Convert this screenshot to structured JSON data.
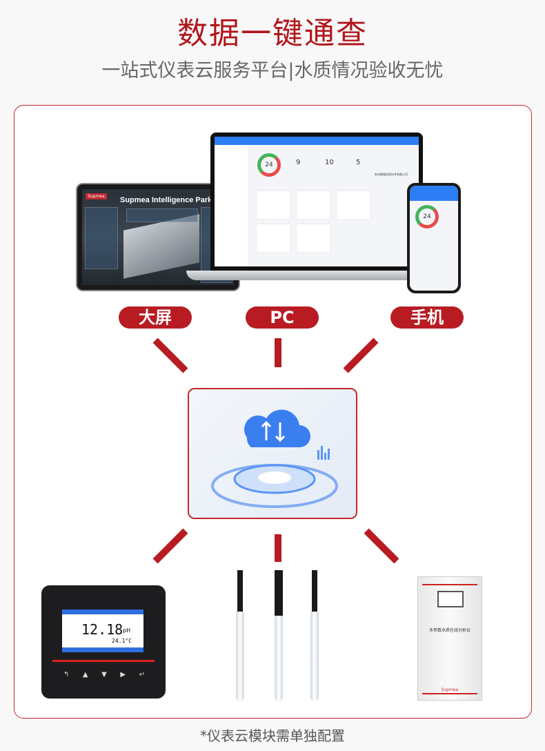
{
  "header": {
    "title": "数据一键通查",
    "subtitle": "一站式仪表云服务平台|水质情况验收无忧"
  },
  "platforms": {
    "big_screen": {
      "label": "大屏",
      "screen_title": "Supmea Intelligence Park",
      "logo": "Supmea"
    },
    "pc": {
      "label": "PC",
      "dashboard": {
        "total": "24",
        "kpi_1": "9",
        "kpi_2": "10",
        "kpi_3": "5",
        "company": "杭州缀城信息技术有限公司"
      }
    },
    "mobile": {
      "label": "手机",
      "total": "24"
    }
  },
  "devices": {
    "controller": {
      "reading": "12.18",
      "unit": "pH",
      "temperature": "24.1°C"
    },
    "cabinet": {
      "label": "多参数水质在线分析仪",
      "brand": "Supmea"
    }
  },
  "footnote": "*仪表云模块需单独配置",
  "colors": {
    "accent": "#b81c22",
    "link_blue": "#2d7df6"
  }
}
